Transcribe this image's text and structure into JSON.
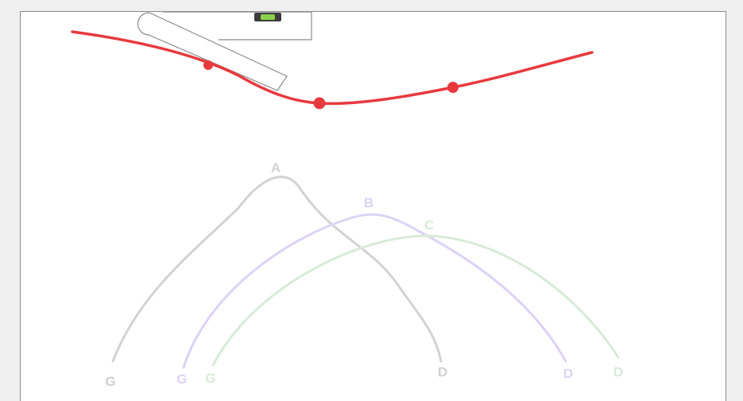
{
  "colors": {
    "page_background": "#efefef",
    "canvas_background": "#ffffff",
    "canvas_border": "#8a8a8a",
    "red_curve": "#e8393d",
    "curve_a": "#d2d2d2",
    "curve_b": "#ddd2f5",
    "curve_c": "#d7ebd7",
    "label_g_gray": "#cfcfcf",
    "level_bubble": "#8bd14a"
  },
  "icons": {
    "ruler": "ruler-icon",
    "level": "spirit-level-icon"
  },
  "curves": [
    {
      "id": "A",
      "peak_label": "A",
      "start_label": "G",
      "end_label": "D"
    },
    {
      "id": "B",
      "peak_label": "B",
      "start_label": "G",
      "end_label": "D"
    },
    {
      "id": "C",
      "peak_label": "C",
      "start_label": "G",
      "end_label": "D"
    }
  ]
}
